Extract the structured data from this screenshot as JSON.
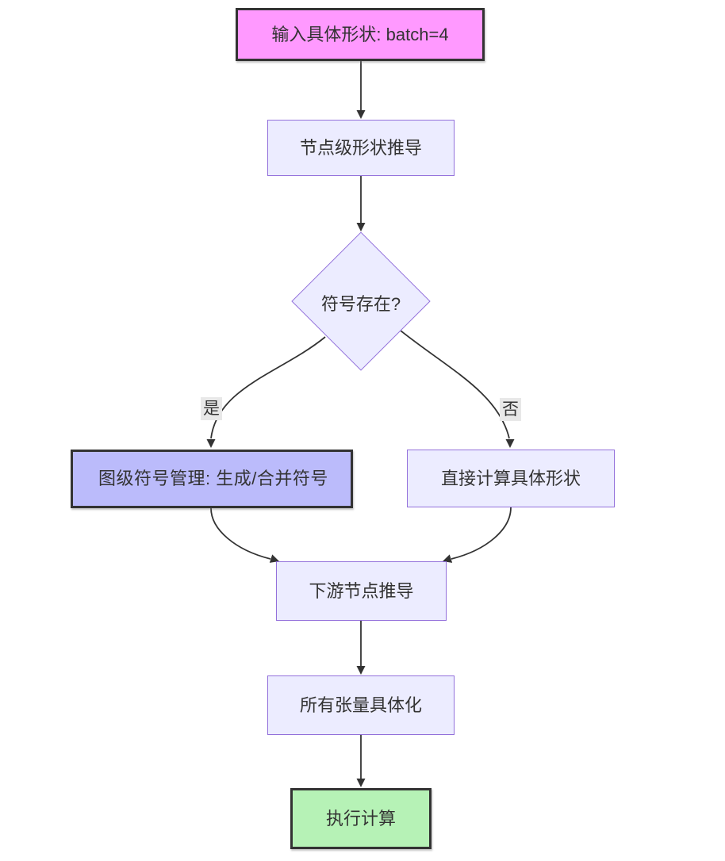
{
  "diagram": {
    "type": "flowchart",
    "direction": "top-down",
    "background_color": "#ffffff",
    "edge_color": "#333333",
    "text_color": "#333333",
    "nodes": {
      "input": {
        "label": "输入具体形状: batch=4",
        "shape": "rect",
        "fill": "#ff99ff",
        "stroke": "#333333",
        "stroke_width": "3px"
      },
      "node_level": {
        "label": "节点级形状推导",
        "shape": "rect",
        "fill": "#ececff",
        "stroke": "#9370db",
        "stroke_width": "1.5px"
      },
      "symbol_exists": {
        "label": "符号存在?",
        "shape": "diamond",
        "fill": "#ececff",
        "stroke": "#9370db",
        "stroke_width": "1.5px"
      },
      "graph_symbol": {
        "label": "图级符号管理: 生成/合并符号",
        "shape": "rect",
        "fill": "#bbbbfb",
        "stroke": "#333333",
        "stroke_width": "3px"
      },
      "direct_compute": {
        "label": "直接计算具体形状",
        "shape": "rect",
        "fill": "#ececff",
        "stroke": "#9370db",
        "stroke_width": "1.5px"
      },
      "downstream": {
        "label": "下游节点推导",
        "shape": "rect",
        "fill": "#ececff",
        "stroke": "#9370db",
        "stroke_width": "1.5px"
      },
      "materialize": {
        "label": "所有张量具体化",
        "shape": "rect",
        "fill": "#ececff",
        "stroke": "#9370db",
        "stroke_width": "1.5px"
      },
      "execute": {
        "label": "执行计算",
        "shape": "rect",
        "fill": "#b6f2b6",
        "stroke": "#333333",
        "stroke_width": "3px"
      }
    },
    "edge_labels": {
      "yes": "是",
      "no": "否",
      "label_background": "#e8e8e8"
    },
    "edges": [
      {
        "from": "input",
        "to": "node_level",
        "label": ""
      },
      {
        "from": "node_level",
        "to": "symbol_exists",
        "label": ""
      },
      {
        "from": "symbol_exists",
        "to": "graph_symbol",
        "label": "是"
      },
      {
        "from": "symbol_exists",
        "to": "direct_compute",
        "label": "否"
      },
      {
        "from": "graph_symbol",
        "to": "downstream",
        "label": ""
      },
      {
        "from": "direct_compute",
        "to": "downstream",
        "label": ""
      },
      {
        "from": "downstream",
        "to": "materialize",
        "label": ""
      },
      {
        "from": "materialize",
        "to": "execute",
        "label": ""
      }
    ]
  }
}
